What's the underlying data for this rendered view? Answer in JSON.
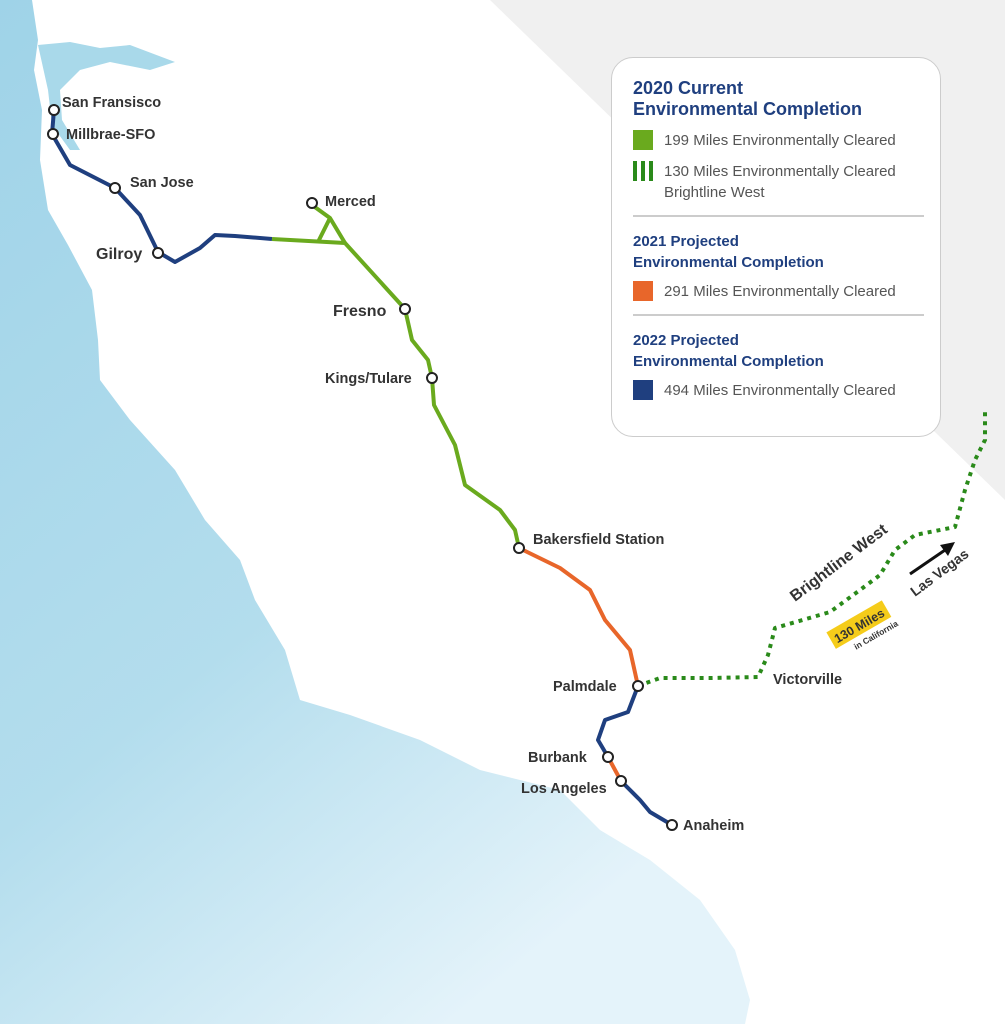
{
  "colors": {
    "green": "#6aaa1e",
    "dark_green": "#2a8a1a",
    "orange": "#e8662a",
    "navy": "#1f3f7f",
    "ocean": "#a9d9ea",
    "badge": "#f5cc1a"
  },
  "legend": {
    "section_2020": {
      "title_line1": "2020 Current",
      "title_line2": "Environmental Completion",
      "items": [
        {
          "label": "199 Miles Environmentally Cleared"
        },
        {
          "label": "130 Miles Environmentally Cleared",
          "label2": "Brightline West"
        }
      ]
    },
    "section_2021": {
      "title_line1": "2021 Projected",
      "title_line2": "Environmental Completion",
      "items": [
        {
          "label": "291 Miles Environmentally Cleared"
        }
      ]
    },
    "section_2022": {
      "title_line1": "2022 Projected",
      "title_line2": "Environmental Completion",
      "items": [
        {
          "label": "494 Miles Environmentally Cleared"
        }
      ]
    }
  },
  "stations": {
    "san_francisco": "San Fransisco",
    "millbrae": "Millbrae-SFO",
    "san_jose": "San Jose",
    "gilroy": "Gilroy",
    "merced": "Merced",
    "fresno": "Fresno",
    "kings_tulare": "Kings/Tulare",
    "bakersfield": "Bakersfield Station",
    "palmdale": "Palmdale",
    "victorville": "Victorville",
    "burbank": "Burbank",
    "los_angeles": "Los Angeles",
    "anaheim": "Anaheim"
  },
  "brightline": {
    "name": "Brightline West",
    "badge": "130 Miles",
    "badge_sub": "in California",
    "destination": "Las Vegas"
  }
}
